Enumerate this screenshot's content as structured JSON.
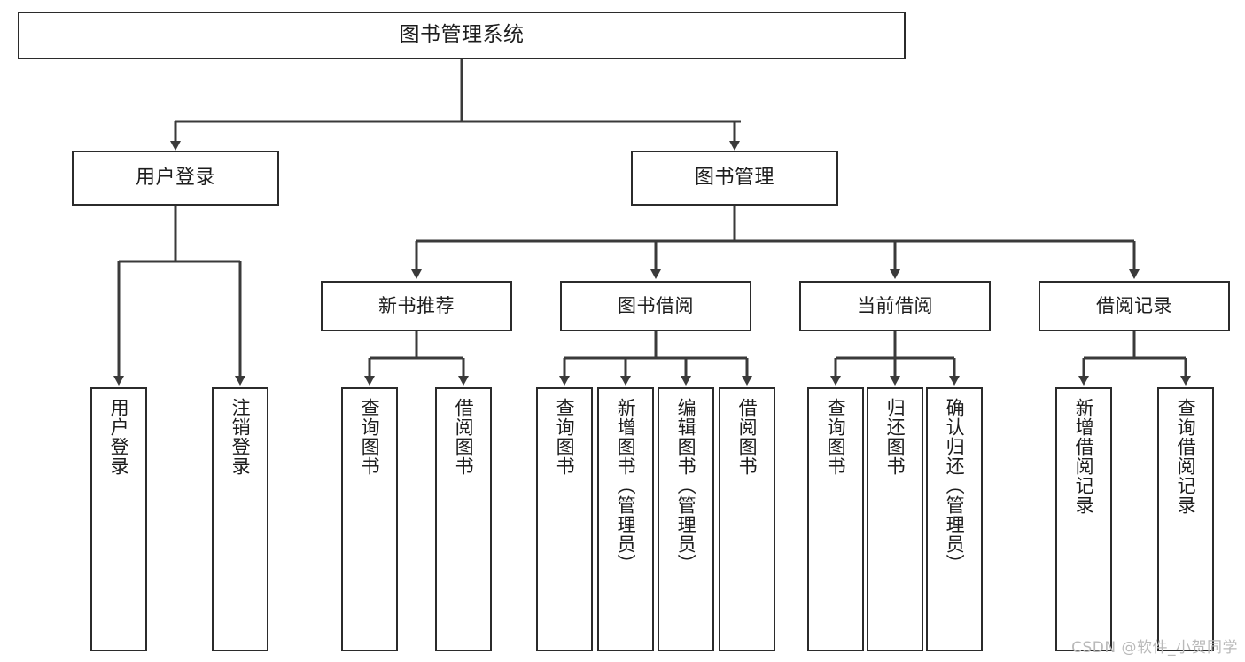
{
  "diagram": {
    "title": "图书管理系统",
    "type": "tree-hierarchy-diagram",
    "colors": {
      "box_border": "#2b2b2b",
      "box_fill": "#ffffff",
      "connector": "#3a3a3a",
      "text": "#1d1d1d",
      "watermark": "#b9b9b9"
    },
    "root": {
      "label": "图书管理系统"
    },
    "level2": [
      {
        "label": "用户登录"
      },
      {
        "label": "图书管理"
      }
    ],
    "level3": [
      {
        "label": "新书推荐"
      },
      {
        "label": "图书借阅"
      },
      {
        "label": "当前借阅"
      },
      {
        "label": "借阅记录"
      }
    ],
    "leaves": {
      "user_login": [
        {
          "label": "用户登录"
        },
        {
          "label": "注销登录"
        }
      ],
      "new_book_recommend": [
        {
          "label": "查询图书"
        },
        {
          "label": "借阅图书"
        }
      ],
      "book_borrow": [
        {
          "label": "查询图书"
        },
        {
          "label": "新增图书（管理员）"
        },
        {
          "label": "编辑图书（管理员）"
        },
        {
          "label": "借阅图书"
        }
      ],
      "current_borrow": [
        {
          "label": "查询图书"
        },
        {
          "label": "归还图书"
        },
        {
          "label": "确认归还（管理员）"
        }
      ],
      "borrow_record": [
        {
          "label": "新增借阅记录"
        },
        {
          "label": "查询借阅记录"
        }
      ]
    }
  },
  "watermark": {
    "text": "CSDN @软件_小贺同学"
  }
}
